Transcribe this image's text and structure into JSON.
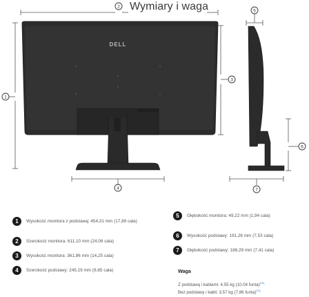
{
  "title": "Wymiary i waga",
  "logo_text": "DELL",
  "markers": [
    "1",
    "2",
    "3",
    "4",
    "5",
    "6",
    "7"
  ],
  "specs_left": [
    {
      "num": "1",
      "text": "Wysokość monitora z podstawą: 454,31 mm (17,89 cala)"
    },
    {
      "num": "2",
      "text": "Szerokość monitora: 611,10 mm (24,06 cala)"
    },
    {
      "num": "3",
      "text": "Wysokość monitora: 361,86 mm (14,25 cala)"
    },
    {
      "num": "4",
      "text": "Szerokość podstawy: 245,19 mm (9,65 cala)"
    }
  ],
  "specs_right": [
    {
      "num": "5",
      "text": "Głębokość monitora: 49,22 mm (1,94 cala)"
    },
    {
      "num": "6",
      "text": "Wysokość podstawy: 191,26 mm (7,53 cala)"
    },
    {
      "num": "7",
      "text": "Głębokość podstawy: 188,29 mm (7,41 cala)"
    }
  ],
  "weight": {
    "title": "Waga",
    "with_stand": "Z podstawą i kablami: 4,55 kg (10,04 funta)",
    "with_stand_note": "[10]",
    "without_stand": "Bez podstawy i kabli: 3,57 kg (7,86 funta)",
    "without_stand_note": "[11]"
  },
  "colors": {
    "monitor": "#2b2b2b",
    "badge": "#1b1b1b",
    "line": "#555555",
    "footnote": "#4a7fc4"
  }
}
